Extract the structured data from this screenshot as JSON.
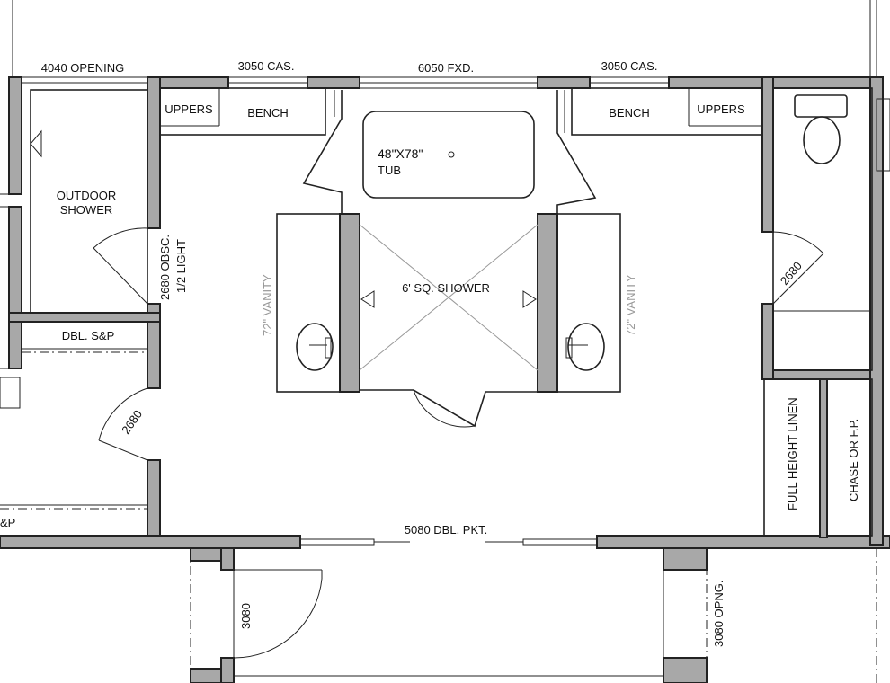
{
  "labels": {
    "opening_4040": "4040 OPENING",
    "cas_left": "3050 CAS.",
    "fxd": "6050 FXD.",
    "cas_right": "3050 CAS.",
    "uppers_left": "UPPERS",
    "bench_left": "BENCH",
    "bench_right": "BENCH",
    "uppers_right": "UPPERS",
    "tub_size": "48\"X78\"",
    "tub": "TUB",
    "outdoor_shower_1": "OUTDOOR",
    "outdoor_shower_2": "SHOWER",
    "door_obsc_1": "2680 OBSC.",
    "door_obsc_2": "1/2 LIGHT",
    "shower": "6' SQ. SHOWER",
    "vanity_left": "72\" VANITY",
    "vanity_right": "72\" VANITY",
    "door_right": "2680",
    "dbl_sp": "DBL. S&P",
    "door_left": "2680",
    "linen": "FULL HEIGHT LINEN",
    "chase": "CHASE OR F.P.",
    "pocket": "5080 DBL. PKT.",
    "sp_partial": "&P",
    "door_bottom": "3080",
    "opng_bottom": "3080 OPNG."
  }
}
